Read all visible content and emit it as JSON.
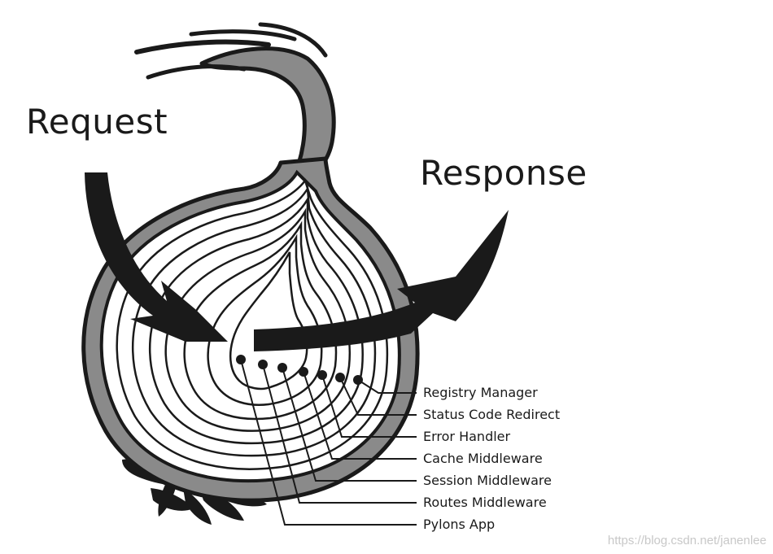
{
  "labels": {
    "request": "Request",
    "response": "Response"
  },
  "layers": [
    "Registry Manager",
    "Status Code Redirect",
    "Error Handler",
    "Cache Middleware",
    "Session Middleware",
    "Routes Middleware",
    "Pylons App"
  ],
  "watermark": "https://blog.csdn.net/janenlee",
  "colors": {
    "skin": "#8a8a8a",
    "outline": "#1a1a1a",
    "flesh": "#ffffff",
    "arrow": "#1a1a1a"
  }
}
